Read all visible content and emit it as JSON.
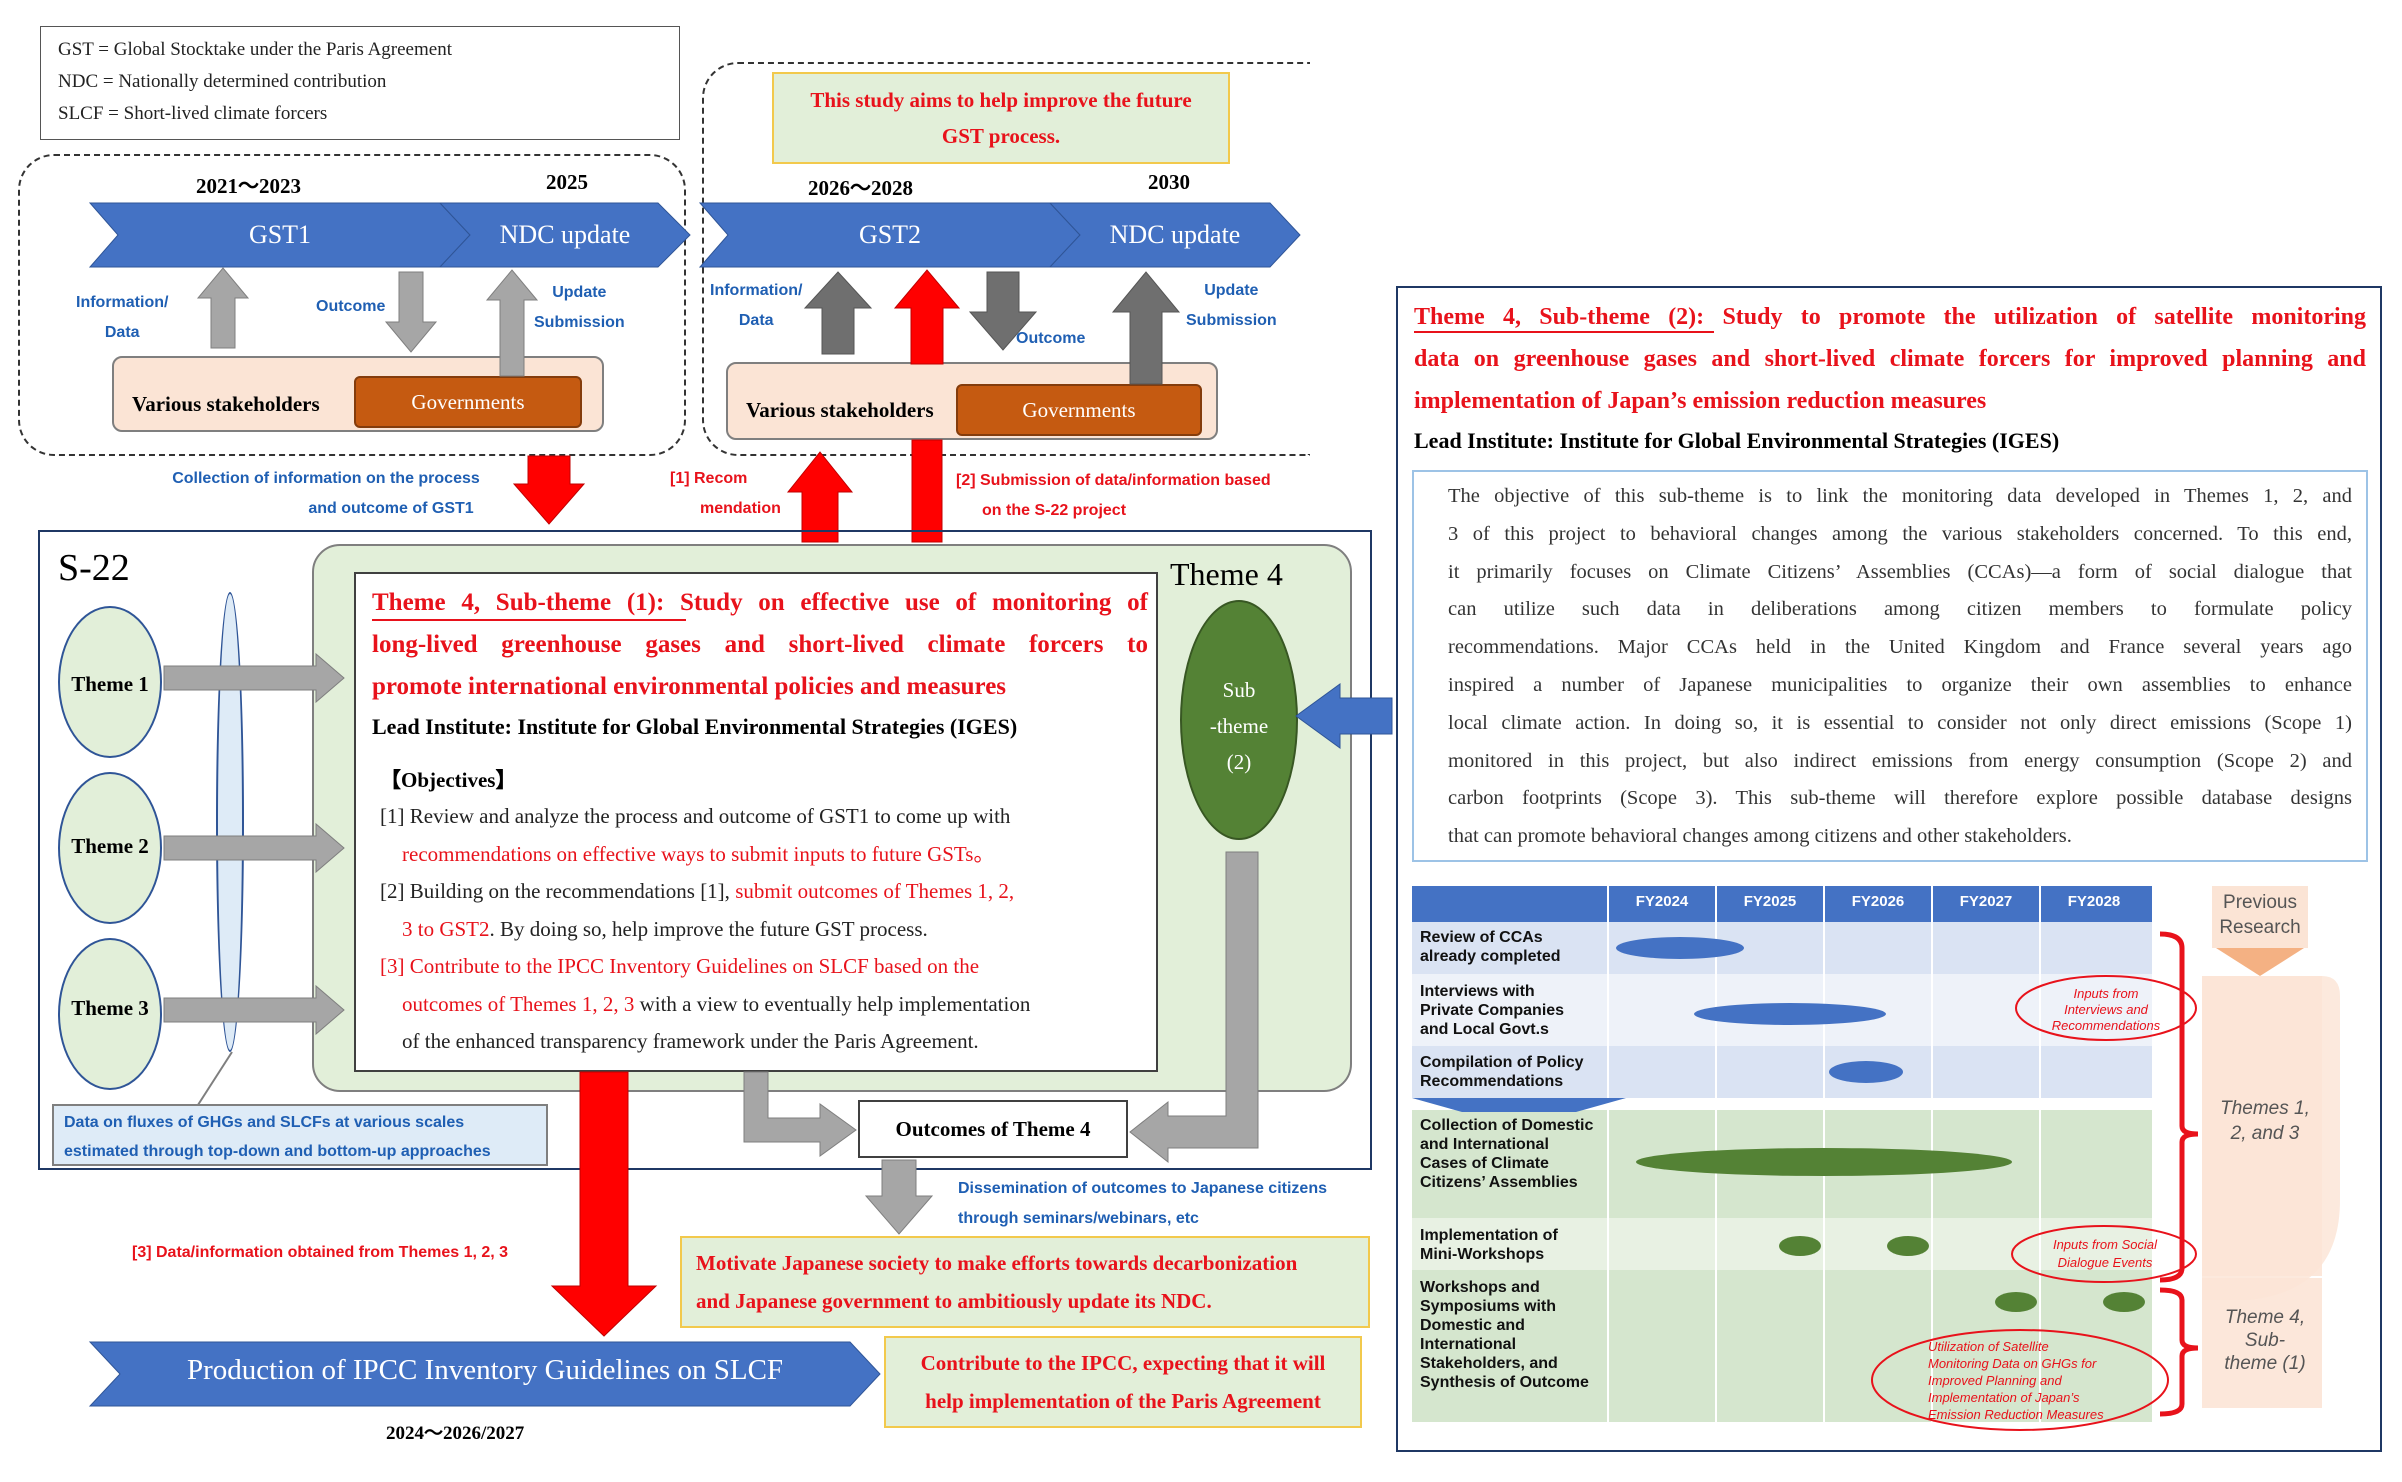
{
  "legend": {
    "gst": "GST = Global Stocktake under the Paris Agreement",
    "ndc": "NDC = Nationally determined contribution",
    "slcf": "SLCF = Short-lived climate forcers"
  },
  "aim_note": {
    "line1": "This study aims to help improve the future",
    "line2": "GST process."
  },
  "timeline_left": {
    "year1": "2021～2023",
    "year2": "2025",
    "gst": "GST1",
    "ndc": "NDC update",
    "info_line1": "Information/",
    "info_line2": "Data",
    "outcome": "Outcome",
    "update_line1": "Update",
    "update_line2": "Submission",
    "stakeholders": "Various stakeholders",
    "governments": "Governments"
  },
  "timeline_right": {
    "year1": "2026～2028",
    "year2": "2030",
    "gst": "GST2",
    "ndc": "NDC update",
    "info_line1": "Information/",
    "info_line2": "Data",
    "outcome": "Outcome",
    "update_line1": "Update",
    "update_line2": "Submission",
    "stakeholders": "Various stakeholders",
    "governments": "Governments"
  },
  "flows": {
    "collection_line1": "Collection of information on the process",
    "collection_line2": "and outcome of GST1",
    "recom_line1": "[1] Recom",
    "recom_line2": "mendation",
    "submission_line1": "[2] Submission of data/information based",
    "submission_line2": "on the S-22 project",
    "data_from_themes": "[3] Data/information obtained from Themes 1, 2, 3",
    "dissemination_line1": "Dissemination of outcomes to Japanese citizens",
    "dissemination_line2": "through seminars/webinars, etc"
  },
  "s22": {
    "title": "S-22",
    "theme1": "Theme 1",
    "theme2": "Theme 2",
    "theme3": "Theme 3",
    "theme4": "Theme 4",
    "sub_line1": "Sub",
    "sub_line2": "-theme",
    "sub_line3": "(2)",
    "data_note_line1": "Data on fluxes of GHGs and SLCFs at various scales",
    "data_note_line2": "estimated through top-down and bottom-up approaches",
    "outcomes": "Outcomes of Theme 4"
  },
  "subtheme1": {
    "title_line1": "Theme 4, Sub-theme (1): Study on effective use of monitoring of",
    "title_line2": "long-lived greenhouse gases and short-lived climate forcers to",
    "title_line3": "promote international environmental policies and measures",
    "lead": "Lead Institute: Institute for Global Environmental Strategies (IGES)",
    "objectives_heading": "【Objectives】",
    "obj1_a": "[1] Review and analyze the process and outcome of GST1 to come up with",
    "obj1_b": "recommendations on effective ways to submit inputs to future GSTs。",
    "obj2_a1": "[2] Building on the recommendations [1], ",
    "obj2_a2": "submit outcomes of Themes 1, 2,",
    "obj2_b1": "3 to GST2",
    "obj2_b2": ". By doing so, help improve the future GST process.",
    "obj3_a": "[3] Contribute to the IPCC Inventory Guidelines on SLCF based on the",
    "obj3_b1": "outcomes of Themes 1, 2, 3",
    "obj3_b2": " with a view to eventually help implementation",
    "obj3_c": "of the enhanced transparency framework under the Paris Agreement."
  },
  "motivate": {
    "line1": "Motivate Japanese society to make efforts towards decarbonization",
    "line2": "and Japanese government to ambitiously update its NDC."
  },
  "ipcc": {
    "banner": "Production of IPCC Inventory Guidelines on SLCF",
    "years": "2024～2026/2027",
    "contribute_line1": "Contribute to the IPCC, expecting that it will",
    "contribute_line2": "help implementation of the Paris Agreement"
  },
  "subtheme2": {
    "title_line1": "Theme 4, Sub-theme (2): Study to promote the utilization of satellite monitoring",
    "title_line2": "data on greenhouse gases and short-lived climate forcers for improved planning and",
    "title_line3": "implementation of Japan’s emission reduction measures",
    "lead": "Lead Institute: Institute for Global Environmental Strategies (IGES)",
    "desc": [
      "The objective of this sub-theme is to link the monitoring data developed in Themes 1, 2, and",
      "3 of this project to behavioral changes among the various stakeholders concerned. To this end,",
      "it primarily focuses on Climate Citizens’ Assemblies (CCAs)—a form of social dialogue that",
      "can utilize such data in deliberations among citizen members to formulate policy",
      "recommendations. Major CCAs held in the United Kingdom and France several years ago",
      "inspired a number of Japanese municipalities to organize their own assemblies to enhance",
      "local climate action. In doing so, it is essential to consider not only direct emissions (Scope 1)",
      "monitored in this project, but also indirect emissions from energy consumption (Scope 2) and",
      "carbon footprints (Scope 3). This sub-theme will therefore explore possible database designs",
      "that can promote behavioral changes among citizens and other stakeholders."
    ]
  },
  "gantt": {
    "years": [
      "FY2024",
      "FY2025",
      "FY2026",
      "FY2027",
      "FY2028"
    ],
    "rows": [
      {
        "label": "Review of CCAs already completed"
      },
      {
        "label": "Interviews with Private Companies and Local Govt.s"
      },
      {
        "label": "Compilation of Policy Recommendations"
      },
      {
        "label": "Collection of Domestic and International Cases of Climate Citizens’ Assemblies"
      },
      {
        "label": "Implementation of Mini-Workshops"
      },
      {
        "label": "Workshops and Symposiums with Domestic and International Stakeholders, and Synthesis of Outcome"
      }
    ],
    "previous_research_line1": "Previous",
    "previous_research_line2": "Research",
    "themes123_line1": "Themes 1,",
    "themes123_line2": "2, and 3",
    "theme4sub_line1": "Theme 4,",
    "theme4sub_line2": "Sub-",
    "theme4sub_line3": "theme (1)",
    "inputs_interviews_line1": "Inputs from",
    "inputs_interviews_line2": "Interviews and",
    "inputs_interviews_line3": "Recommendations",
    "inputs_social_line1": "Inputs from Social",
    "inputs_social_line2": "Dialogue Events",
    "utilization_line1": "Utilization of Satellite",
    "utilization_line2": "Monitoring Data on GHGs for",
    "utilization_line3": "Improved Planning and",
    "utilization_line4": "Implementation of Japan’s",
    "utilization_line5": "Emission Reduction Measures"
  },
  "colors": {
    "chevron_blue": "#4472c4",
    "orange": "#c55a11",
    "peach": "#fbe4d5",
    "light_green": "#e2efd9",
    "dark_green": "#548235",
    "red": "#ff0000",
    "gray_arrow": "#a6a6a6",
    "dark_gray_arrow": "#6f6f6f"
  }
}
